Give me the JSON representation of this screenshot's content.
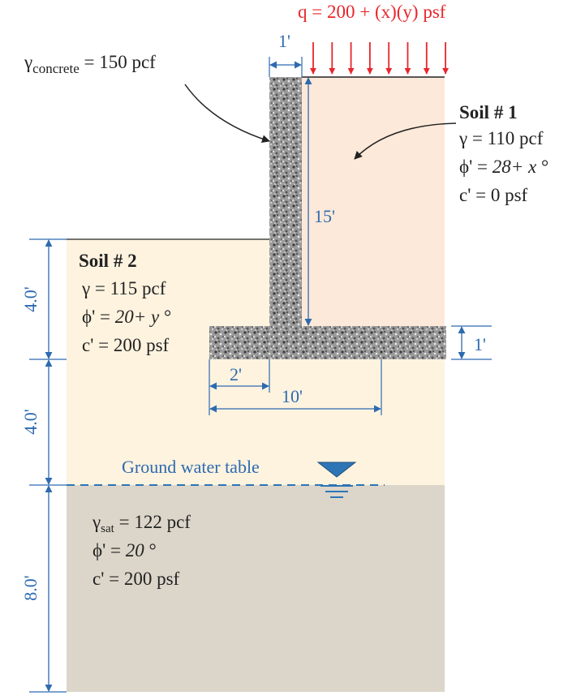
{
  "colors": {
    "soil1": "#fde9d9",
    "soil2": "#fdf3df",
    "soil_sat": "#dcd6ca",
    "dimension_blue": "#2e6ab0",
    "load_red": "#e8262b",
    "water_blue": "#2e75b6"
  },
  "load": {
    "label": "q = 200 + (x)(y) psf"
  },
  "concrete": {
    "symbol": "γ",
    "subscript": "concrete",
    "value": " = 150 pcf"
  },
  "soil1": {
    "title": "Soil # 1",
    "gamma": "γ = 110 pcf",
    "phi_prefix": "ϕ' = ",
    "phi_value": "28+ x",
    "phi_unit": " °",
    "cohesion": "c' = 0 psf"
  },
  "soil2": {
    "title": "Soil # 2",
    "gamma": "γ = 115 pcf",
    "phi_prefix": "ϕ' = ",
    "phi_value": "20+ y",
    "phi_unit": " °",
    "cohesion": "c' = 200 psf"
  },
  "soil3": {
    "gamma_symbol": "γ",
    "gamma_sub": "sat",
    "gamma_value": " = 122 pcf",
    "phi_prefix": "ϕ' = ",
    "phi_value": "20",
    "phi_unit": " °",
    "cohesion": "c' = 200 psf"
  },
  "water_table": {
    "label": "Ground water table"
  },
  "dimensions": {
    "stem_thickness": "1'",
    "stem_height": "15'",
    "base_thickness": "1'",
    "toe_length": "2'",
    "base_width": "10'",
    "left_upper": "4.0'",
    "left_middle": "4.0'",
    "left_lower": "8.0'"
  }
}
